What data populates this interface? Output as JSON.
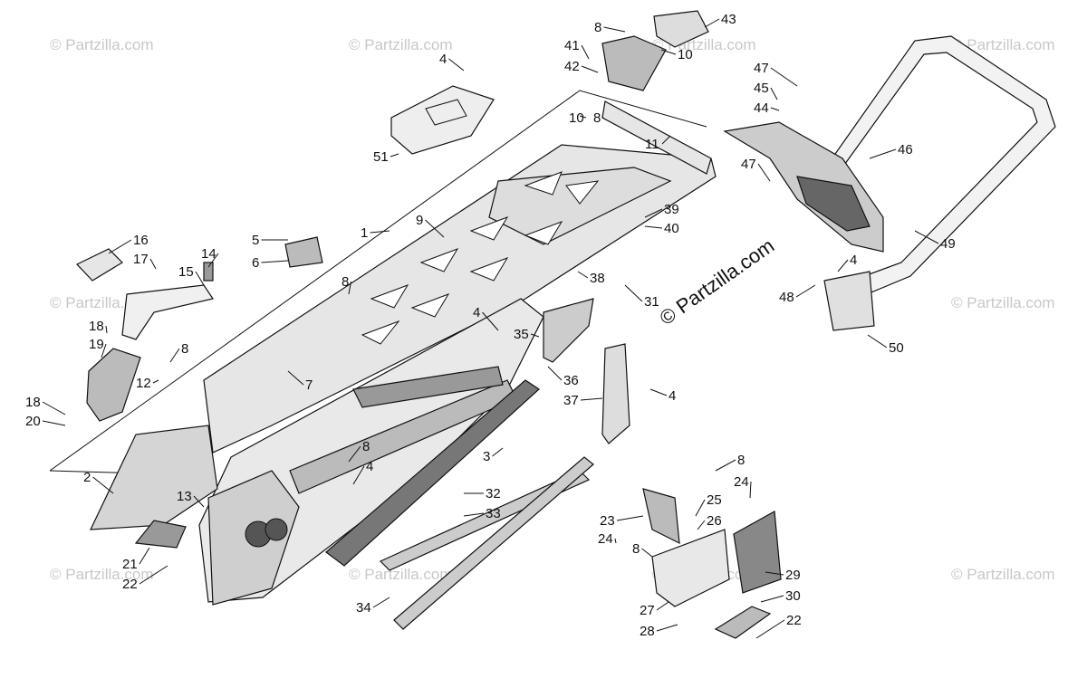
{
  "watermark": "© Partzilla.com",
  "center_watermark": "© Partzilla.com",
  "callouts": [
    "1",
    "2",
    "3",
    "4",
    "5",
    "6",
    "7",
    "8",
    "9",
    "10",
    "11",
    "12",
    "13",
    "14",
    "15",
    "16",
    "17",
    "18",
    "19",
    "20",
    "21",
    "22",
    "23",
    "24",
    "25",
    "26",
    "27",
    "28",
    "29",
    "30",
    "31",
    "32",
    "33",
    "34",
    "35",
    "36",
    "37",
    "38",
    "39",
    "40",
    "41",
    "42",
    "43",
    "44",
    "45",
    "46",
    "47",
    "48",
    "49",
    "50",
    "51"
  ]
}
